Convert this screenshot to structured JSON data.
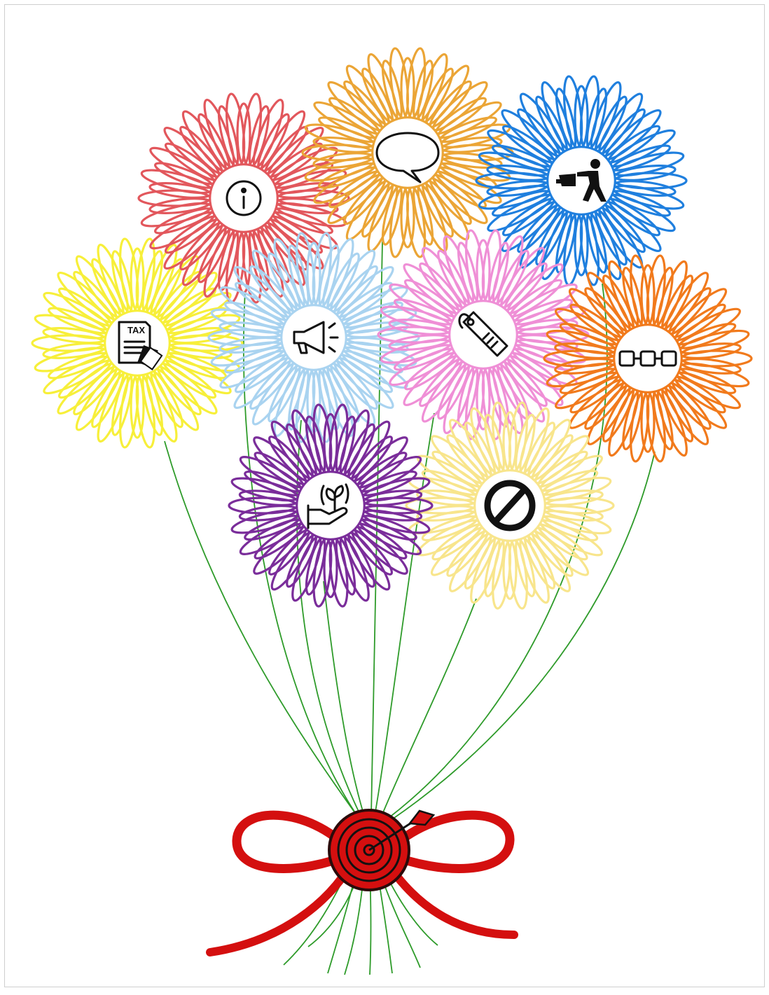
{
  "diagram": {
    "colors": {
      "stem": "#2e9b2a",
      "ribbon": "#d40f0f",
      "target": "#d40f0f",
      "background": "#ffffff"
    },
    "flowers": [
      {
        "id": "info",
        "color": "#e2575c",
        "icon": "info-icon"
      },
      {
        "id": "speech",
        "color": "#eba536",
        "icon": "speech-bubble-icon"
      },
      {
        "id": "delivery",
        "color": "#1f7fde",
        "icon": "person-throwing-icon"
      },
      {
        "id": "tax",
        "color": "#f7ef3a",
        "icon": "tax-document-icon",
        "label": "TAX"
      },
      {
        "id": "megaphone",
        "color": "#a9d3f0",
        "icon": "megaphone-icon"
      },
      {
        "id": "price-tag",
        "color": "#ef8fd6",
        "icon": "price-tag-icon"
      },
      {
        "id": "chain",
        "color": "#f17a1c",
        "icon": "chain-link-icon"
      },
      {
        "id": "growth",
        "color": "#7a2d9a",
        "icon": "hand-plant-icon"
      },
      {
        "id": "prohibited",
        "color": "#f8e58c",
        "icon": "no-entry-icon"
      }
    ],
    "bow": {
      "icon": "target-arrow-icon"
    }
  }
}
